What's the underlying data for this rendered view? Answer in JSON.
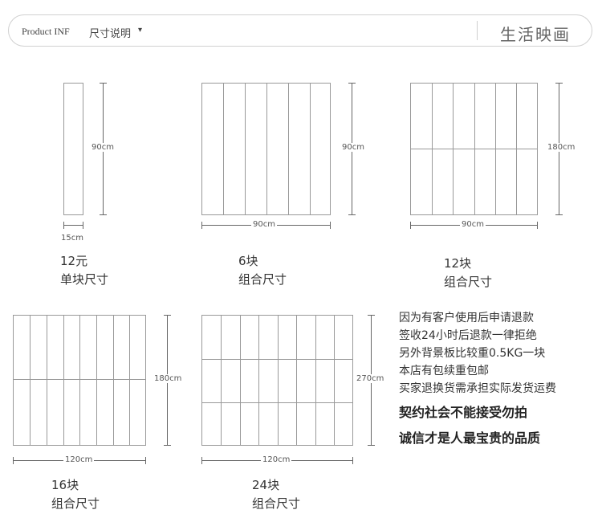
{
  "header": {
    "product_label": "Product INF",
    "dimension_label": "尺寸说明",
    "caret": "▾",
    "brand": "生活映画"
  },
  "panels": [
    {
      "id": "single",
      "height_label": "90cm",
      "width_label": "15cm",
      "count": "12元",
      "desc": "单块尺寸"
    },
    {
      "id": "six",
      "height_label": "90cm",
      "width_label": "90cm",
      "count": "6块",
      "desc": "组合尺寸"
    },
    {
      "id": "twelve",
      "height_label": "180cm",
      "width_label": "90cm",
      "count": "12块",
      "desc": "组合尺寸"
    },
    {
      "id": "sixteen",
      "height_label": "180cm",
      "width_label": "120cm",
      "count": "16块",
      "desc": "组合尺寸"
    },
    {
      "id": "twentyfour",
      "height_label": "270cm",
      "width_label": "120cm",
      "count": "24块",
      "desc": "组合尺寸"
    }
  ],
  "notes": [
    "因为有客户使用后申请退款",
    "签收24小时后退款一律拒绝",
    "另外背景板比较重0.5KG一块",
    "本店有包续重包邮",
    "买家退换货需承担实际发货运费"
  ],
  "slogans": [
    "契约社会不能接受勿拍",
    "诚信才是人最宝贵的品质"
  ],
  "colors": {
    "line": "#999999",
    "text": "#333333",
    "brand": "#666666"
  }
}
